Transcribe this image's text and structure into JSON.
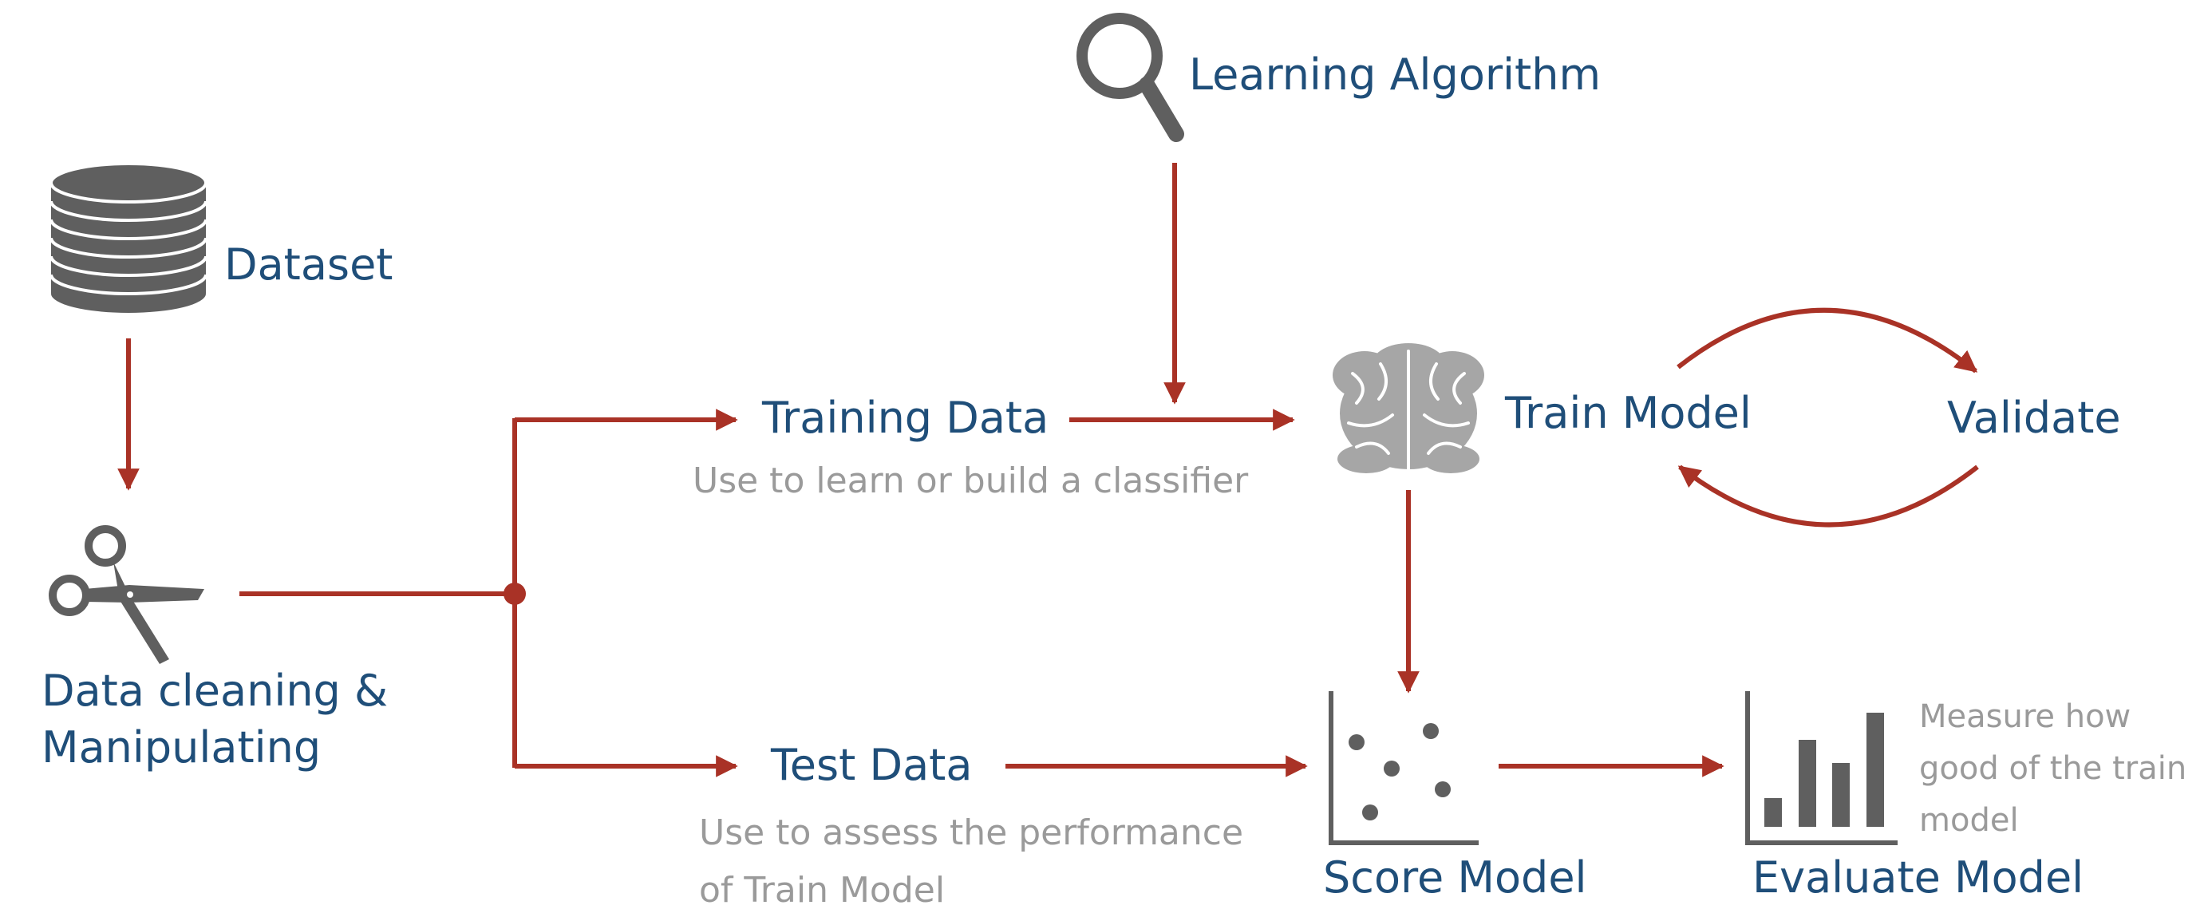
{
  "colors": {
    "accent": "#a93226",
    "label": "#1f4e79",
    "note": "#9a9a9a",
    "icon": "#5f5f5f",
    "brain": "#a6a6a6"
  },
  "nodes": {
    "learning_algorithm": {
      "label": "Learning Algorithm",
      "icon": "magnifier-icon"
    },
    "dataset": {
      "label": "Dataset",
      "icon": "database-icon"
    },
    "data_cleaning": {
      "label_line1": "Data cleaning &",
      "label_line2": "Manipulating",
      "icon": "scissors-icon"
    },
    "training_data": {
      "label": "Training Data",
      "note": "Use to learn or build a classifier"
    },
    "test_data": {
      "label": "Test Data",
      "note_line1": "Use to assess the performance",
      "note_line2": "of Train Model"
    },
    "train_model": {
      "label": "Train Model",
      "icon": "brain-icon"
    },
    "validate": {
      "label": "Validate"
    },
    "score_model": {
      "label": "Score Model",
      "icon": "scatter-plot-icon"
    },
    "evaluate_model": {
      "label": "Evaluate Model",
      "icon": "bar-chart-icon",
      "note_lines": [
        "Measure how",
        "good of the train",
        "model"
      ]
    }
  }
}
